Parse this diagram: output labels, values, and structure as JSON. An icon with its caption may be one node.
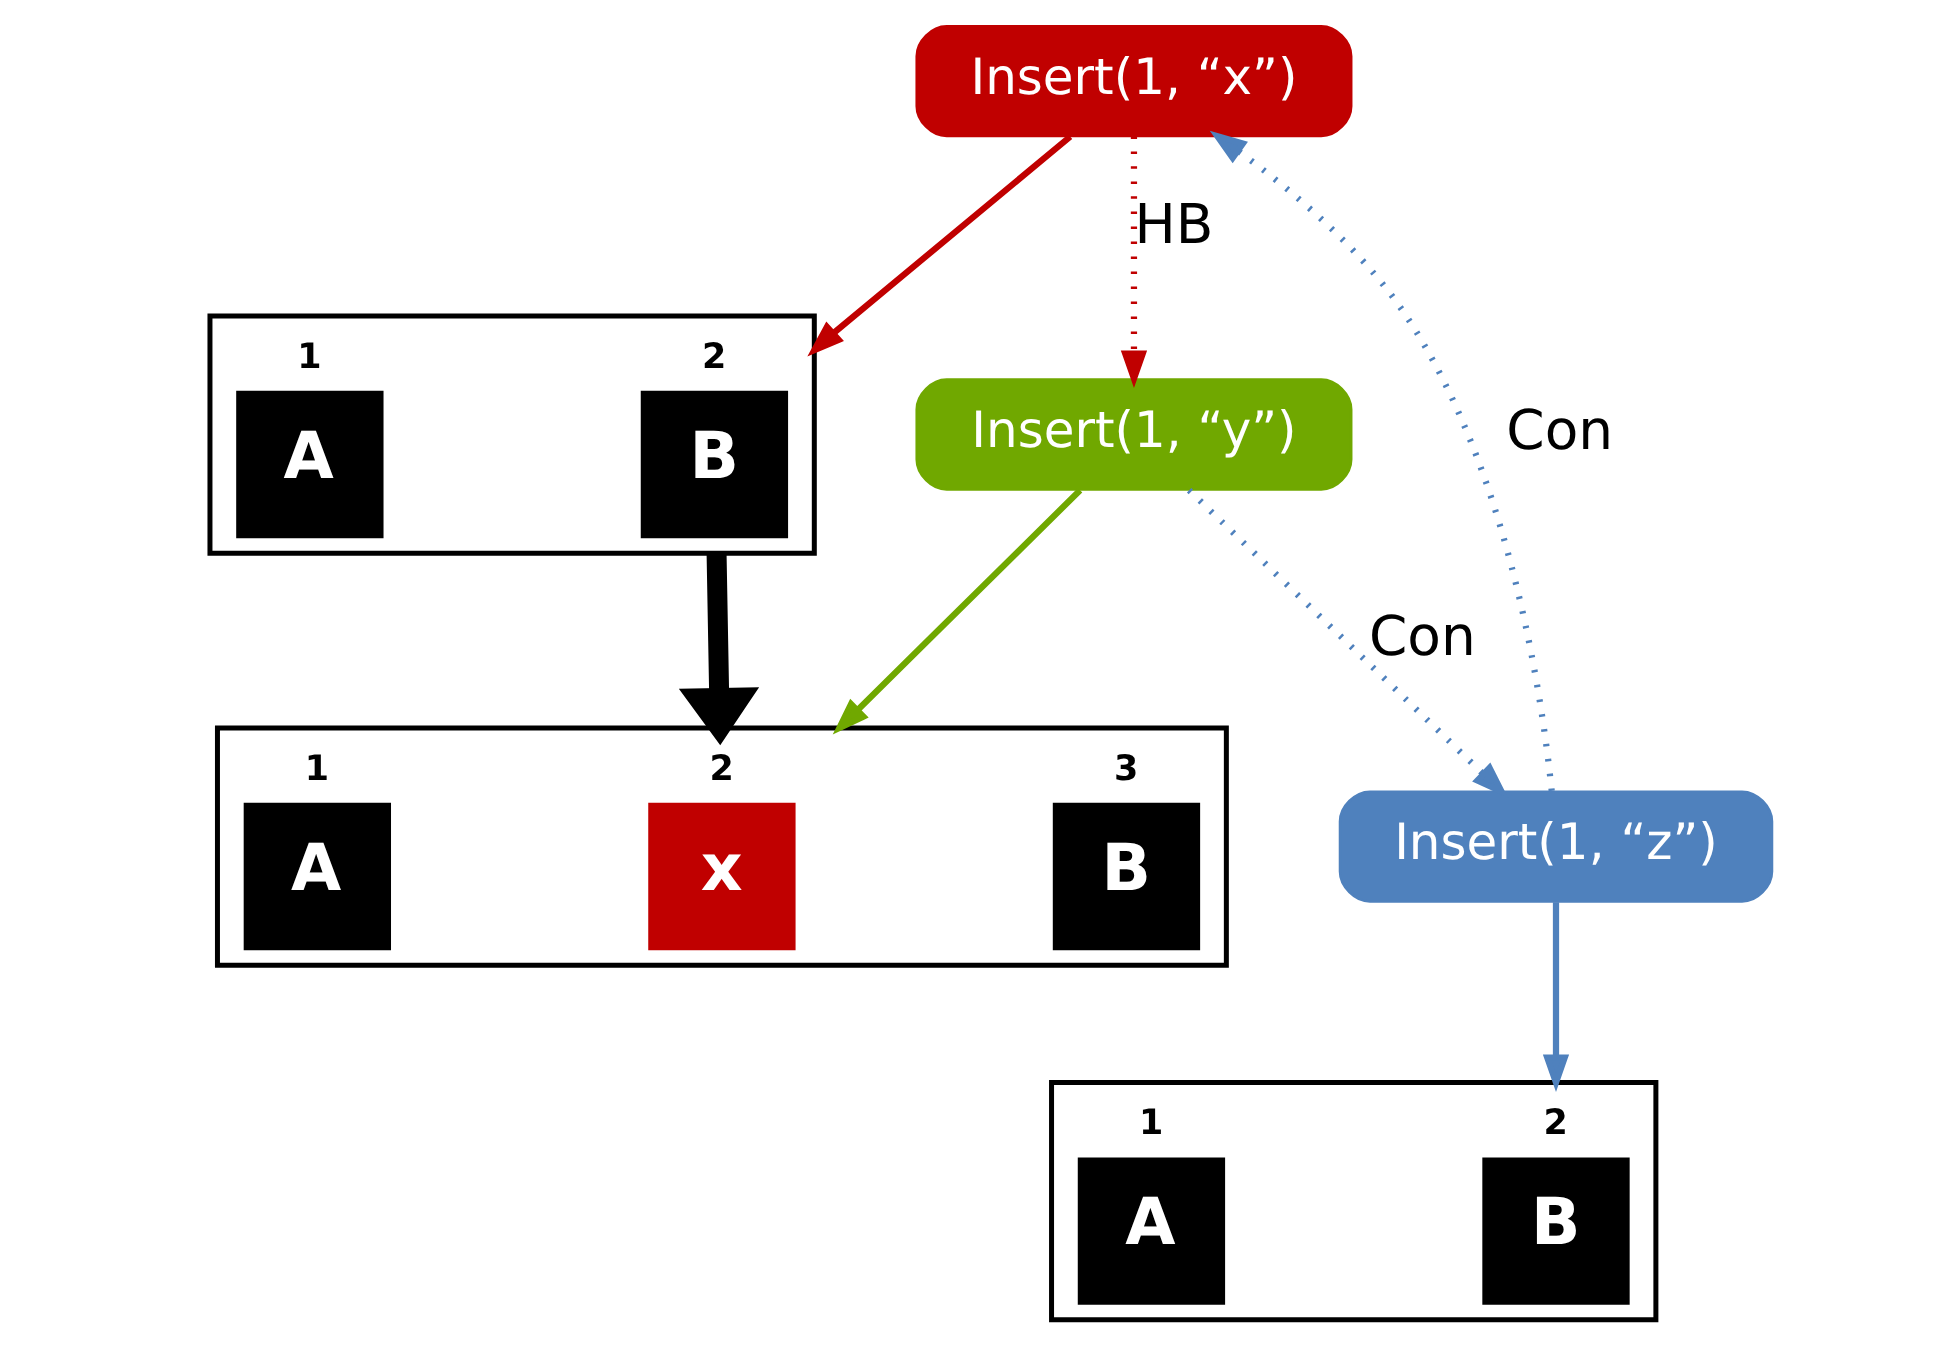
{
  "diagram": {
    "nodes": [
      {
        "text": [
          "Insert(1, “x”)"
        ]
      },
      {
        "text": [],
        "shape": "box"
      },
      {
        "text": [
          "A"
        ],
        "in": 1,
        "beside": [
          "1"
        ]
      },
      {
        "text": [
          "B"
        ],
        "in": 1,
        "beside": [
          "2"
        ]
      },
      {
        "text": [],
        "shape": "box"
      },
      {
        "text": [
          "A"
        ],
        "in": 4,
        "beside": [
          "1"
        ]
      },
      {
        "text": [
          "x"
        ],
        "in": 4,
        "beside": [
          "2"
        ]
      },
      {
        "text": [
          "B"
        ],
        "in": 4,
        "beside": [
          "3"
        ]
      },
      {
        "text": [
          "Insert(1, “y”)"
        ]
      },
      {
        "text": [],
        "shape": "box"
      },
      {
        "text": [
          "A"
        ],
        "in": 9,
        "beside": [
          "1"
        ]
      },
      {
        "text": [
          "B"
        ],
        "in": 9,
        "beside": [
          "2"
        ]
      },
      {
        "text": [
          "Insert(1, “z”)"
        ]
      }
    ],
    "edges": [
      {
        "from": 0,
        "to": 1,
        "arrow": "to",
        "color": "#c00000"
      },
      {
        "from": 1,
        "to": 4,
        "arrow": "to",
        "style": "thick",
        "color": "#000000"
      },
      {
        "from": 0,
        "to": 8,
        "arrow": "to",
        "style": "dashed",
        "label": "HB",
        "color": "#c00000"
      },
      {
        "from": 8,
        "to": 4,
        "arrow": "to",
        "color": "#70a800"
      },
      {
        "from": 8,
        "to": 12,
        "arrow": "to",
        "style": "dashed",
        "label": "Con"
      },
      {
        "from": 12,
        "to": 9,
        "arrow": "to"
      },
      {
        "from": 12,
        "to": 0,
        "arrow": "to",
        "style": "dashed",
        "label": "Con"
      }
    ]
  }
}
